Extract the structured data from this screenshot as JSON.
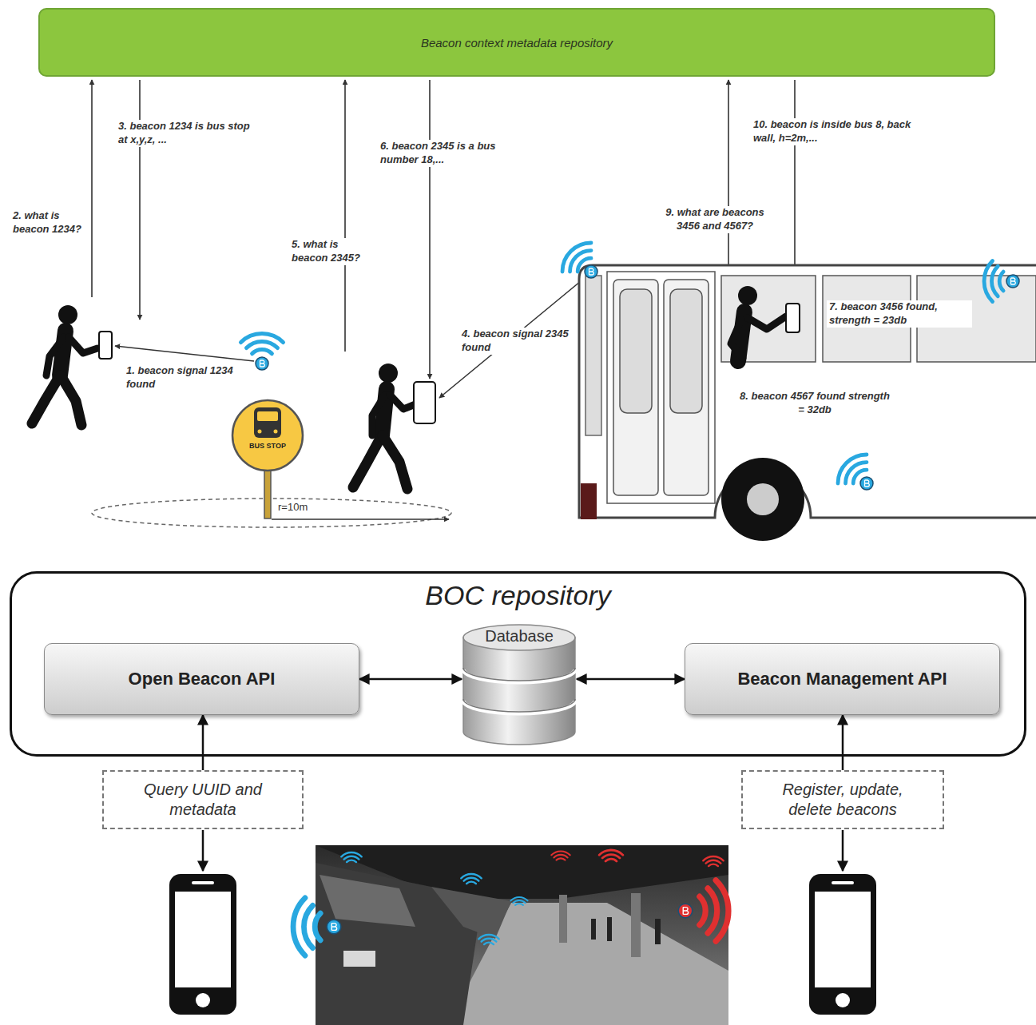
{
  "diagram": {
    "nodes": [
      {
        "text": [
          "Beacon context metadata repository"
        ]
      },
      {
        "text": [
          "BOC repository"
        ]
      },
      {
        "text": [
          "Open Beacon API"
        ],
        "in": 1
      },
      {
        "text": [
          "Database"
        ],
        "in": 1
      },
      {
        "text": [
          "Beacon Management API"
        ],
        "in": 1
      },
      {
        "text": [
          "Query UUID and metadata"
        ]
      },
      {
        "text": [
          "Register, update, delete beacons"
        ]
      }
    ],
    "edges": [
      {
        "from": 2,
        "to": 3,
        "arrow": "both"
      },
      {
        "from": 3,
        "to": 4,
        "arrow": "both"
      },
      {
        "from": 5,
        "to": 2,
        "arrow": "to"
      },
      {
        "from": 6,
        "to": 4,
        "arrow": "to"
      }
    ],
    "labels": [
      "1. beacon signal 1234 found",
      "2. what is beacon 1234?",
      "3. beacon 1234 is bus stop at x,y,z, ...",
      "4. beacon signal 2345 found",
      "5. what is beacon 2345?",
      "6. beacon 2345 is a bus number 18,...",
      "7. beacon 3456 found, strength = 23db",
      "8. beacon 4567 found strength = 32db",
      "9. what are beacons 3456 and 4567?",
      "10. beacon is inside bus 8, back wall, h=2m,...",
      "BUS STOP",
      "r=10m"
    ]
  }
}
